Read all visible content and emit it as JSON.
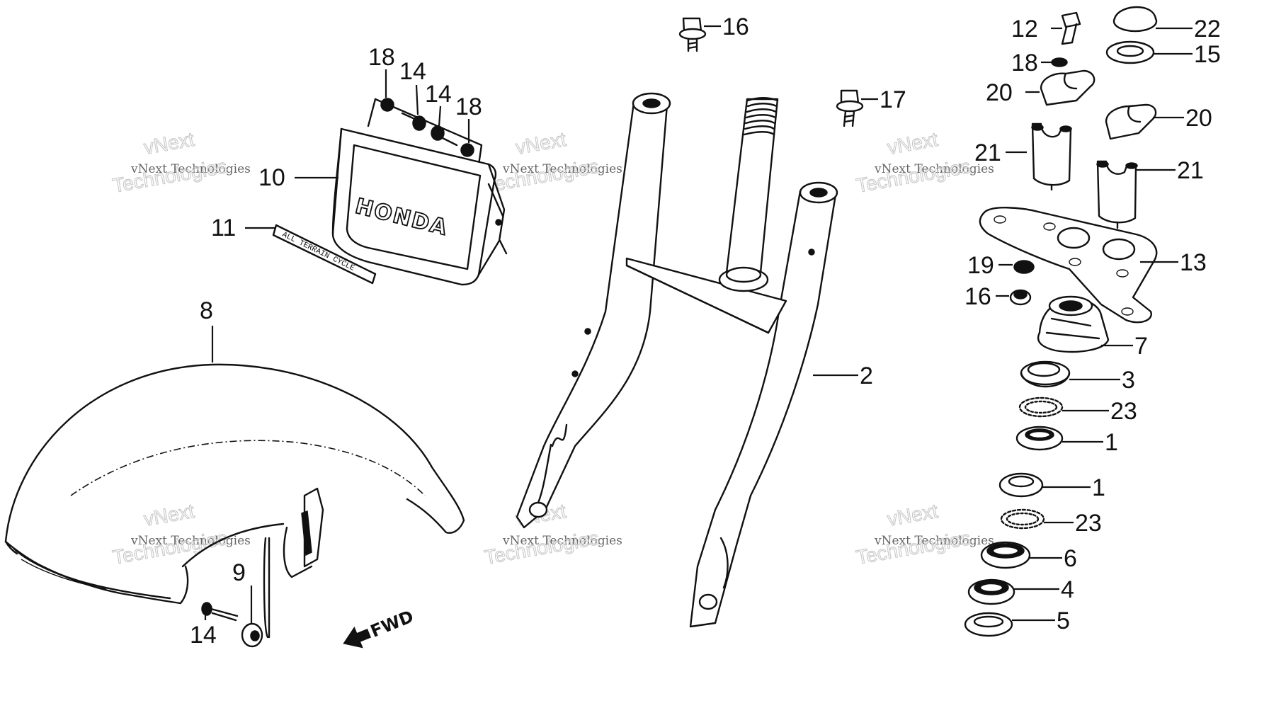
{
  "diagram": {
    "brand_text": "HONDA",
    "emblem_text": "ALL TERRAIN CYCLE",
    "direction_label": "FWD",
    "watermark": {
      "line1": "vNext",
      "line2": "vNext Technologies",
      "line3": "Technologies"
    },
    "callouts": [
      {
        "id": "c1a",
        "label": "1"
      },
      {
        "id": "c1b",
        "label": "1"
      },
      {
        "id": "c2",
        "label": "2"
      },
      {
        "id": "c3",
        "label": "3"
      },
      {
        "id": "c4",
        "label": "4"
      },
      {
        "id": "c5",
        "label": "5"
      },
      {
        "id": "c6",
        "label": "6"
      },
      {
        "id": "c7",
        "label": "7"
      },
      {
        "id": "c8",
        "label": "8"
      },
      {
        "id": "c9",
        "label": "9"
      },
      {
        "id": "c10",
        "label": "10"
      },
      {
        "id": "c11",
        "label": "11"
      },
      {
        "id": "c12",
        "label": "12"
      },
      {
        "id": "c13",
        "label": "13"
      },
      {
        "id": "c14a",
        "label": "14"
      },
      {
        "id": "c14b",
        "label": "14"
      },
      {
        "id": "c14c",
        "label": "14"
      },
      {
        "id": "c15",
        "label": "15"
      },
      {
        "id": "c16a",
        "label": "16"
      },
      {
        "id": "c16b",
        "label": "16"
      },
      {
        "id": "c17",
        "label": "17"
      },
      {
        "id": "c18a",
        "label": "18"
      },
      {
        "id": "c18b",
        "label": "18"
      },
      {
        "id": "c18c",
        "label": "18"
      },
      {
        "id": "c19",
        "label": "19"
      },
      {
        "id": "c20a",
        "label": "20"
      },
      {
        "id": "c20b",
        "label": "20"
      },
      {
        "id": "c21a",
        "label": "21"
      },
      {
        "id": "c21b",
        "label": "21"
      },
      {
        "id": "c22",
        "label": "22"
      },
      {
        "id": "c23a",
        "label": "23"
      },
      {
        "id": "c23b",
        "label": "23"
      }
    ]
  }
}
